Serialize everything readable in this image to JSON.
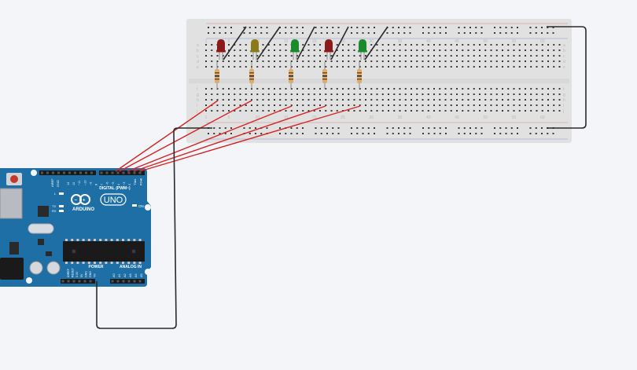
{
  "breadboard": {
    "column_numbers": [
      "1",
      "5",
      "10",
      "15",
      "20",
      "25",
      "30",
      "35",
      "40",
      "45",
      "50",
      "55",
      "60"
    ],
    "row_letters_top": [
      "a",
      "b",
      "c",
      "d",
      "e"
    ],
    "row_letters_bottom": [
      "f",
      "g",
      "h",
      "i",
      "j"
    ]
  },
  "leds": [
    {
      "color": "#8b1a1a"
    },
    {
      "color": "#8a7a1a"
    },
    {
      "color": "#1a8a2a"
    },
    {
      "color": "#8b1a1a"
    },
    {
      "color": "#1a8a2a"
    }
  ],
  "arduino": {
    "brand": "ARDUINO",
    "model": "UNO",
    "digital_label": "DIGITAL (PWM~)",
    "power_label": "POWER",
    "analog_label": "ANALOG IN",
    "on_label": "ON",
    "tx_label": "TX",
    "rx_label": "RX",
    "l_label": "L",
    "aref_label": "AREF",
    "gnd_label": "GND",
    "digital_pins": [
      "13",
      "12",
      "~11",
      "~10",
      "~9",
      "8",
      "7",
      "~6",
      "~5",
      "4",
      "~3",
      "2",
      "TX▸1",
      "RX◂0"
    ],
    "power_pins": [
      "IOREF",
      "RESET",
      "3.3V",
      "5V",
      "GND",
      "GND",
      "Vin"
    ],
    "analog_pins": [
      "A0",
      "A1",
      "A2",
      "A3",
      "A4",
      "A5"
    ]
  },
  "colors": {
    "background": "#f3f5f8",
    "breadboard": "#e1e1e1",
    "arduino_board": "#1e6fa5",
    "wire_signal": "#d62424",
    "wire_ground": "#2a2a2a"
  }
}
